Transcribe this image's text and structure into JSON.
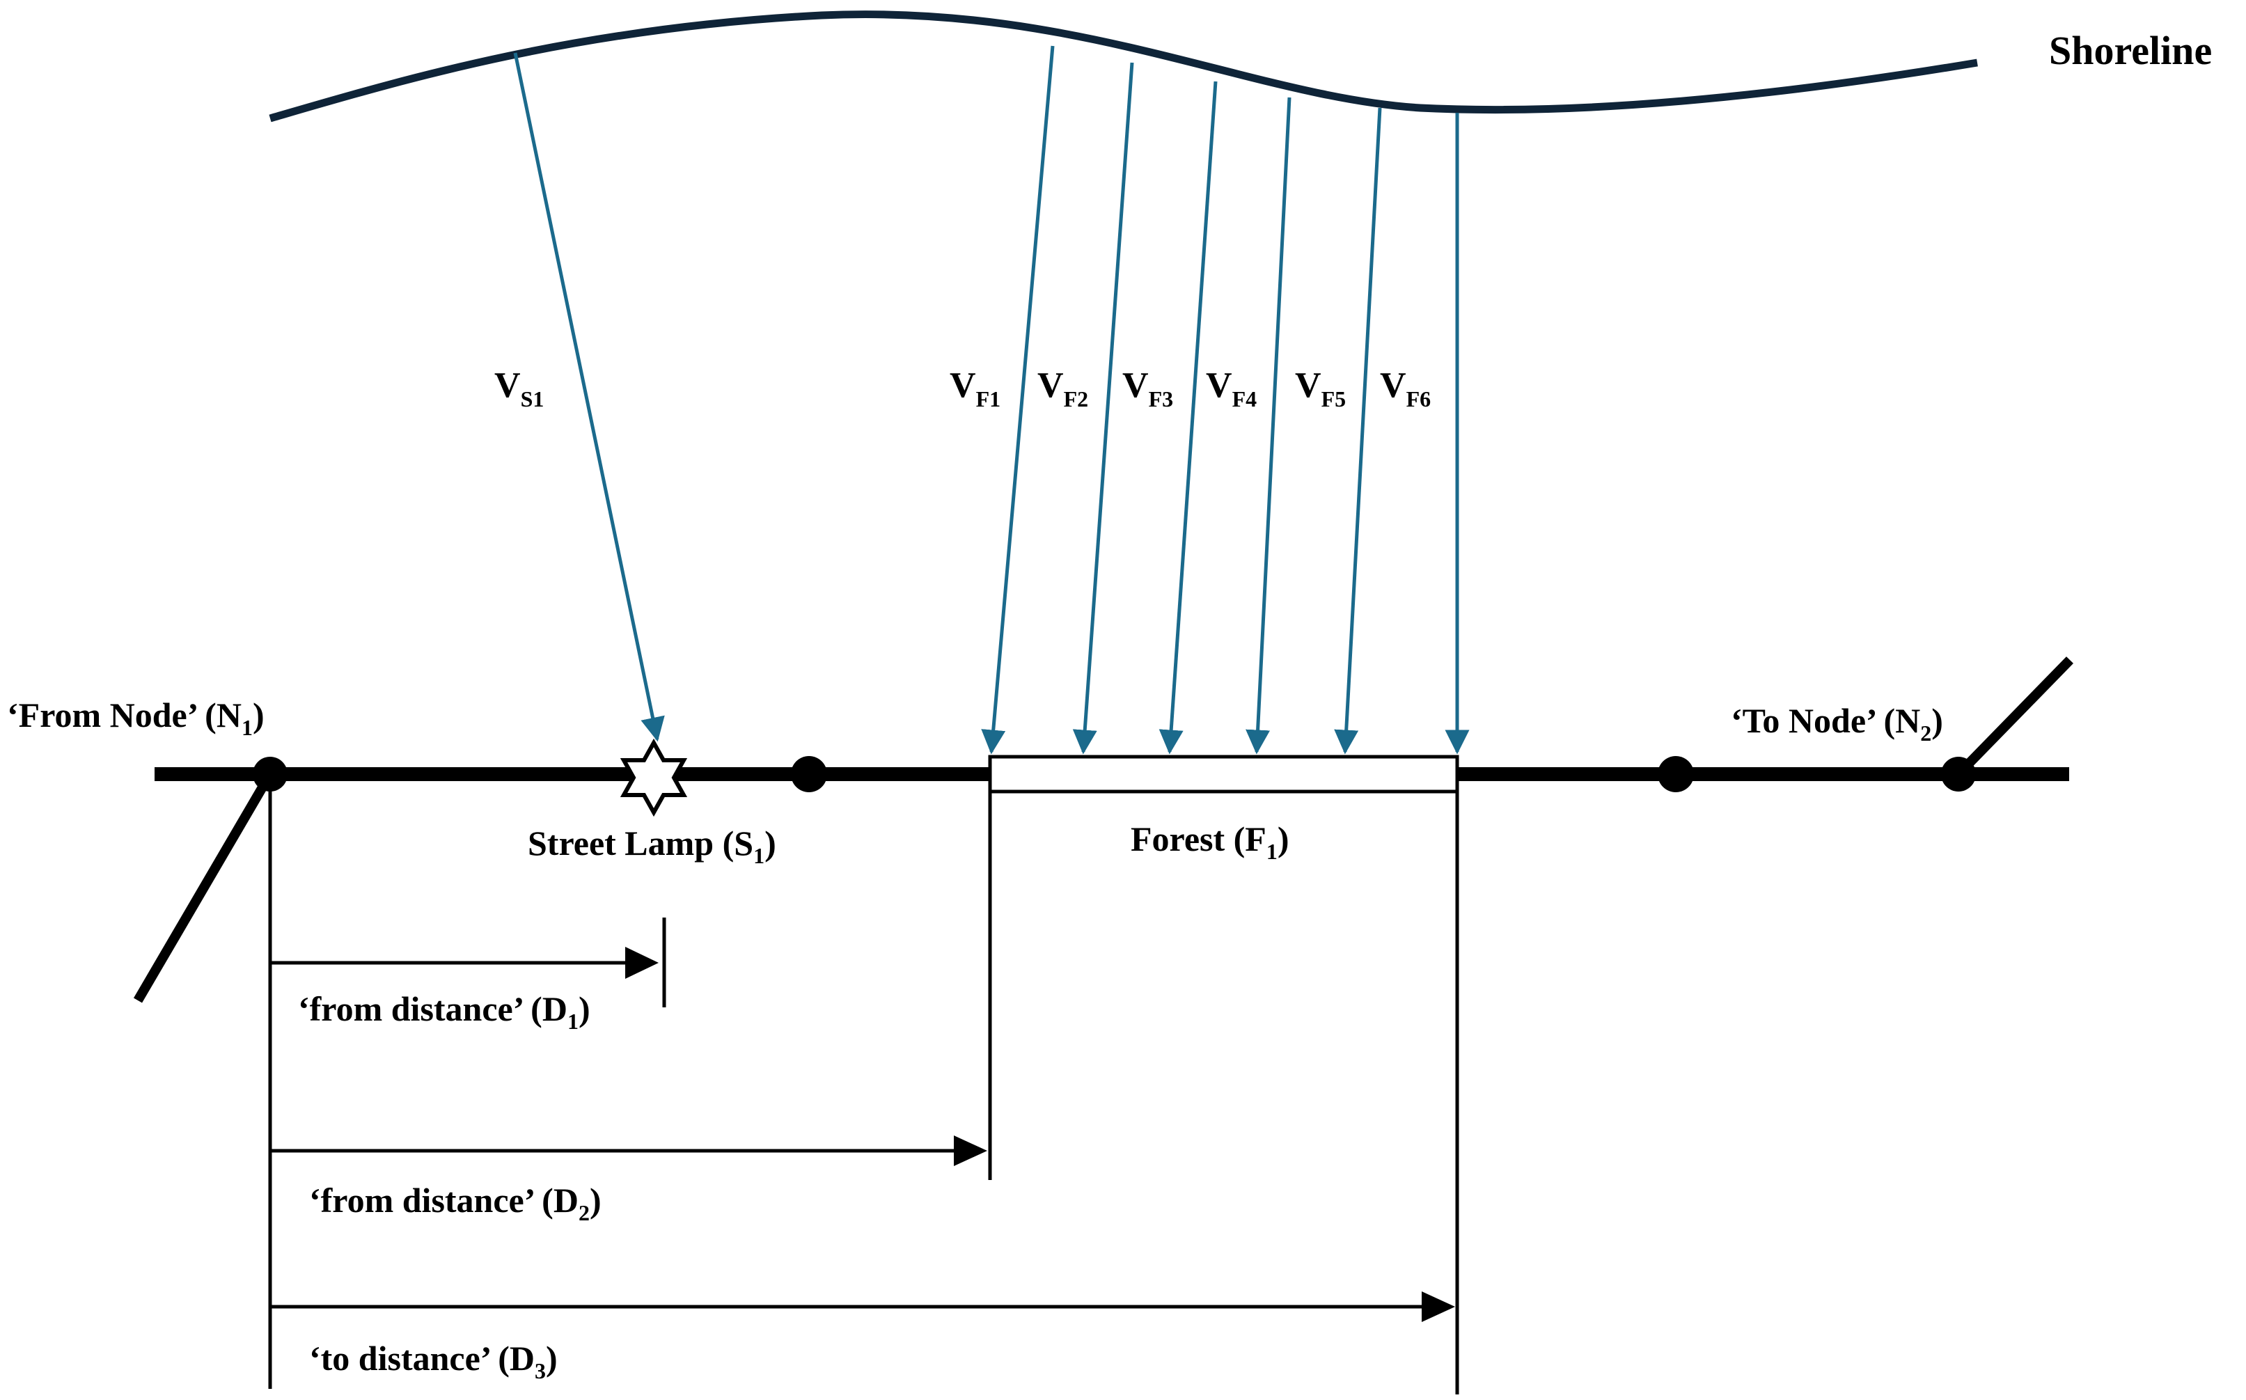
{
  "labels": {
    "shoreline": "Shoreline",
    "from_node": {
      "text": "‘From Node’ (N",
      "sub": "1",
      "close": ")"
    },
    "to_node": {
      "text": "‘To Node’ (N",
      "sub": "2",
      "close": ")"
    },
    "street_lamp": {
      "text": "Street Lamp (S",
      "sub": "1",
      "close": ")"
    },
    "forest": {
      "text": "Forest (F",
      "sub": "1",
      "close": ")"
    },
    "from_distance_d1": {
      "text": "‘from distance’ (D",
      "sub": "1",
      "close": ")"
    },
    "from_distance_d2": {
      "text": "‘from distance’ (D",
      "sub": "2",
      "close": ")"
    },
    "to_distance_d3": {
      "text": "‘to distance’ (D",
      "sub": "3",
      "close": ")"
    }
  },
  "vectors": [
    {
      "base": "V",
      "sub": "S1"
    },
    {
      "base": "V",
      "sub": "F1"
    },
    {
      "base": "V",
      "sub": "F2"
    },
    {
      "base": "V",
      "sub": "F3"
    },
    {
      "base": "V",
      "sub": "F4"
    },
    {
      "base": "V",
      "sub": "F5"
    },
    {
      "base": "V",
      "sub": "F6"
    }
  ],
  "colors": {
    "shoreline": "#0f2438",
    "vector_arrows": "#1b6a8c",
    "road": "#000000",
    "text": "#000000"
  },
  "icons": {
    "street_lamp": "star-outline-icon",
    "node": "filled-circle-icon"
  }
}
